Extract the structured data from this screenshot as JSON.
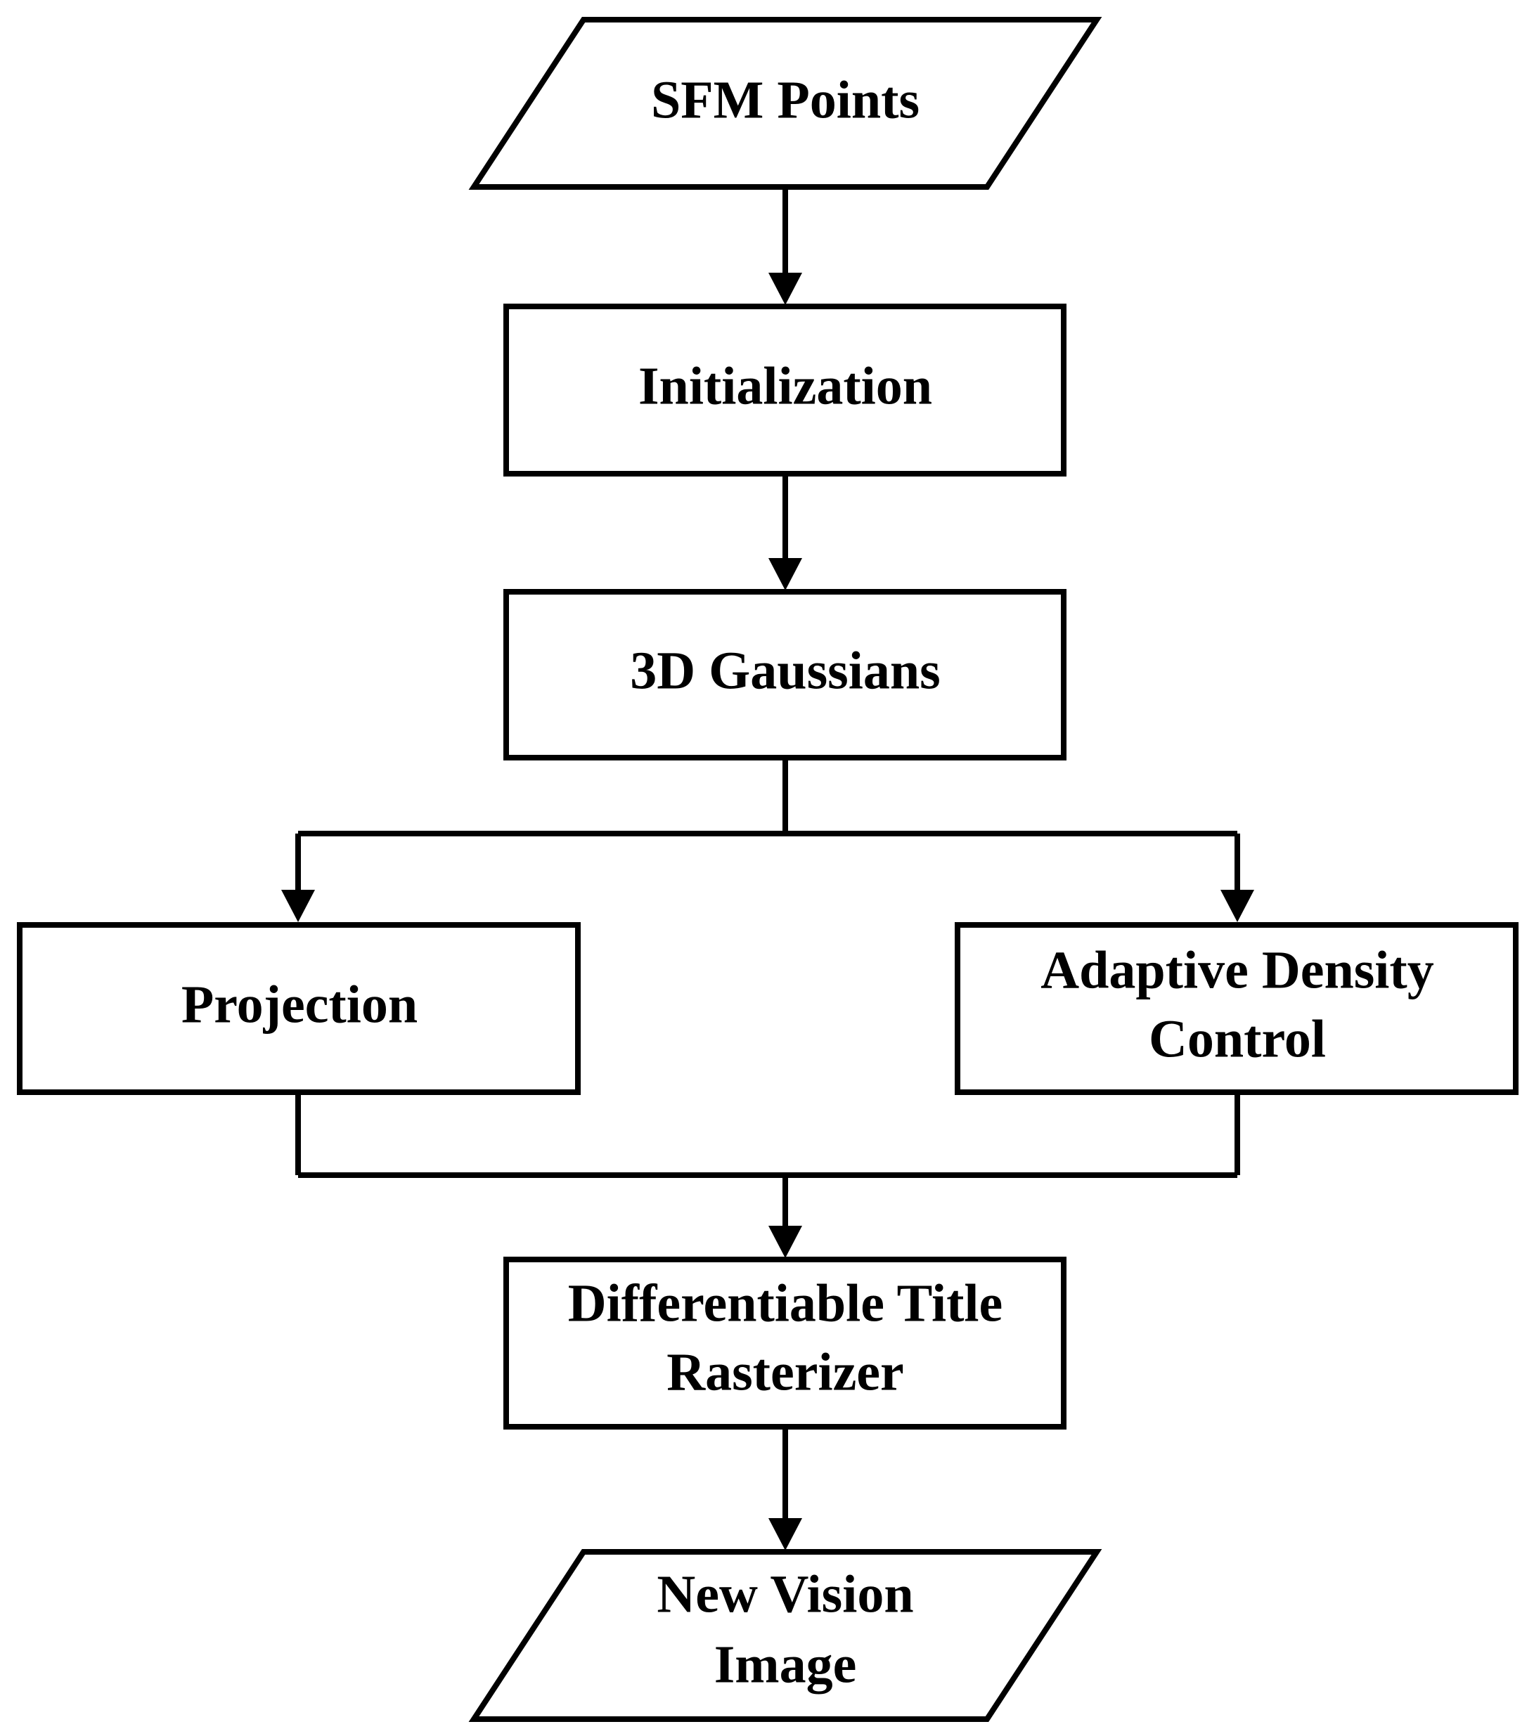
{
  "diagram": {
    "nodes": {
      "sfm_points": {
        "shape": "parallelogram",
        "lines": [
          "SFM Points"
        ]
      },
      "initialization": {
        "shape": "rectangle",
        "lines": [
          "Initialization"
        ]
      },
      "gaussians_3d": {
        "shape": "rectangle",
        "lines": [
          "3D Gaussians"
        ]
      },
      "projection": {
        "shape": "rectangle",
        "lines": [
          "Projection"
        ]
      },
      "adaptive_density_control": {
        "shape": "rectangle",
        "lines": [
          "Adaptive Density",
          "Control"
        ]
      },
      "rasterizer": {
        "shape": "rectangle",
        "lines": [
          "Differentiable Title",
          "Rasterizer"
        ]
      },
      "new_vision_image": {
        "shape": "parallelogram",
        "lines": [
          "New Vision",
          "Image"
        ]
      }
    },
    "edges": [
      {
        "from": "sfm_points",
        "to": "initialization"
      },
      {
        "from": "initialization",
        "to": "gaussians_3d"
      },
      {
        "from": "gaussians_3d",
        "to": "projection"
      },
      {
        "from": "gaussians_3d",
        "to": "adaptive_density_control"
      },
      {
        "from": "projection",
        "to": "rasterizer"
      },
      {
        "from": "adaptive_density_control",
        "to": "rasterizer"
      },
      {
        "from": "rasterizer",
        "to": "new_vision_image"
      }
    ],
    "colors": {
      "stroke": "#000000",
      "fill": "#ffffff",
      "text": "#000000"
    }
  }
}
